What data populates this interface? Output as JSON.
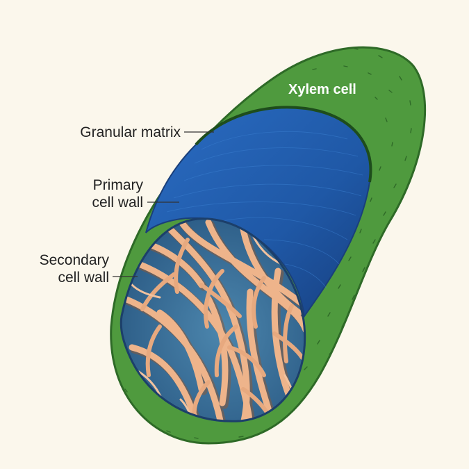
{
  "labels": {
    "xylem_cell": "Xylem cell",
    "granular_matrix": "Granular matrix",
    "primary_line1": "Primary",
    "primary_line2": "cell wall",
    "secondary_line1": "Secondary",
    "secondary_line2": "cell wall"
  },
  "colors": {
    "background": "#fbf7ec",
    "cell_outer": "#4f9a3e",
    "cell_outline": "#2e6a27",
    "primary_wall": "#1f5fb0",
    "secondary_wall": "#e8ae86",
    "lumen": "#3f78a2"
  }
}
